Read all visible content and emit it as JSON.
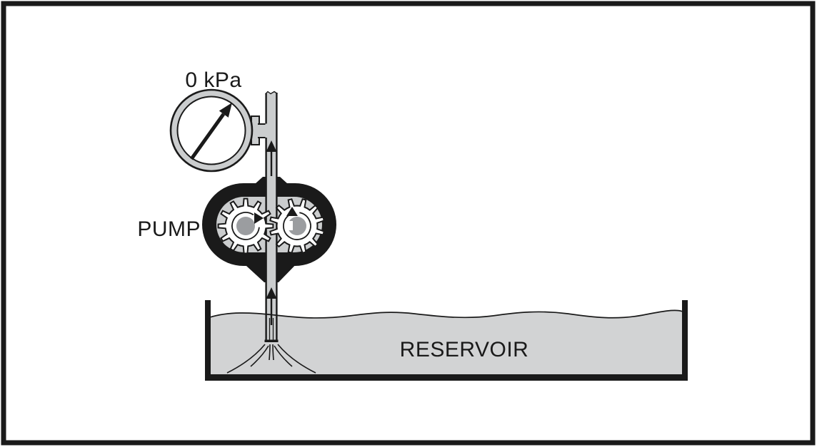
{
  "labels": {
    "gauge_reading": "0 kPa",
    "pump": "PUMP",
    "reservoir": "RESERVOIR"
  },
  "colors": {
    "line_black": "#1a1a1a",
    "pipe_gray": "#cbcdce",
    "water_gray": "#d2d3d4",
    "hub_gray": "#9b9da0",
    "background": "#ffffff"
  },
  "diagram": {
    "type": "schematic",
    "gauge_needle_direction": "up-right",
    "flow_direction": "upward",
    "left_gear_rotation": "clockwise",
    "right_gear_rotation": "counterclockwise"
  }
}
